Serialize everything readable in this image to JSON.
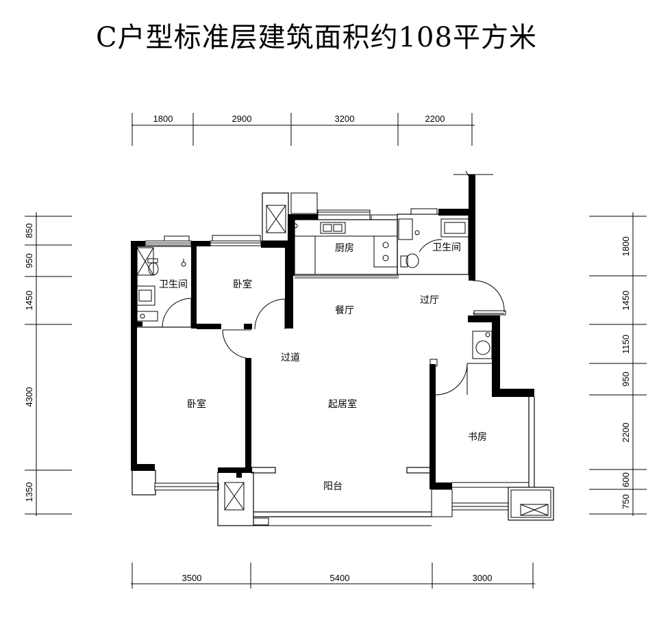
{
  "title": "C户型标准层建筑面积约108平方米",
  "dims": {
    "top": [
      "1800",
      "2900",
      "3200",
      "2200"
    ],
    "bottom": [
      "3500",
      "5400",
      "3000"
    ],
    "left": [
      "850",
      "950",
      "1450",
      "4300",
      "1350"
    ],
    "right": [
      "1800",
      "1450",
      "1150",
      "950",
      "2200",
      "600",
      "750"
    ]
  },
  "rooms": {
    "bath_left": "卫生间",
    "bedroom_top": "卧室",
    "kitchen": "厨房",
    "bath_right": "卫生间",
    "dining": "餐厅",
    "foyer": "过厅",
    "corridor": "过道",
    "bedroom_left": "卧室",
    "living": "起居室",
    "study": "书房",
    "balcony": "阳台"
  }
}
